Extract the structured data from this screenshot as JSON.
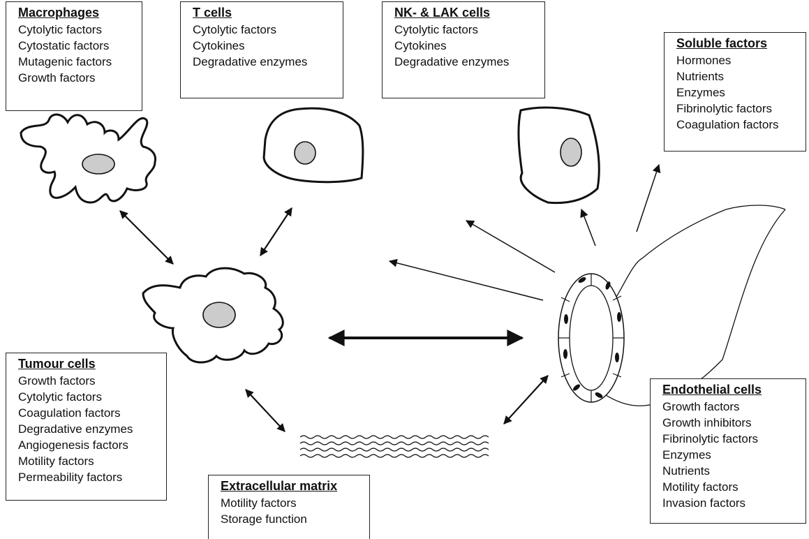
{
  "boxes": {
    "macrophages": {
      "title": "Macrophages",
      "items": [
        "Cytolytic factors",
        "Cytostatic factors",
        "Mutagenic factors",
        "Growth factors"
      ]
    },
    "t_cells": {
      "title": "T cells",
      "items": [
        "Cytolytic factors",
        "Cytokines",
        "Degradative enzymes"
      ]
    },
    "nk_lak_cells": {
      "title": "NK- & LAK cells",
      "items": [
        "Cytolytic factors",
        "Cytokines",
        "Degradative enzymes"
      ]
    },
    "soluble_factors": {
      "title": "Soluble factors",
      "items": [
        "Hormones",
        "Nutrients",
        "Enzymes",
        "Fibrinolytic factors",
        "Coagulation factors"
      ]
    },
    "tumour_cells": {
      "title": "Tumour cells",
      "items": [
        "Growth factors",
        "Cytolytic factors",
        "Coagulation factors",
        "Degradative enzymes",
        "Angiogenesis factors",
        "Motility factors",
        "Permeability factors"
      ]
    },
    "extracellular_matrix": {
      "title": "Extracellular matrix",
      "items": [
        "Motility factors",
        "Storage function"
      ]
    },
    "endothelial_cells": {
      "title": "Endothelial cells",
      "items": [
        "Growth factors",
        "Growth inhibitors",
        "Fibrinolytic factors",
        "Enzymes",
        "Nutrients",
        "Motility factors",
        "Invasion factors"
      ]
    }
  },
  "colors": {
    "stroke": "#111111",
    "nucleus_fill": "#cccccc",
    "box_border": "#222222"
  }
}
